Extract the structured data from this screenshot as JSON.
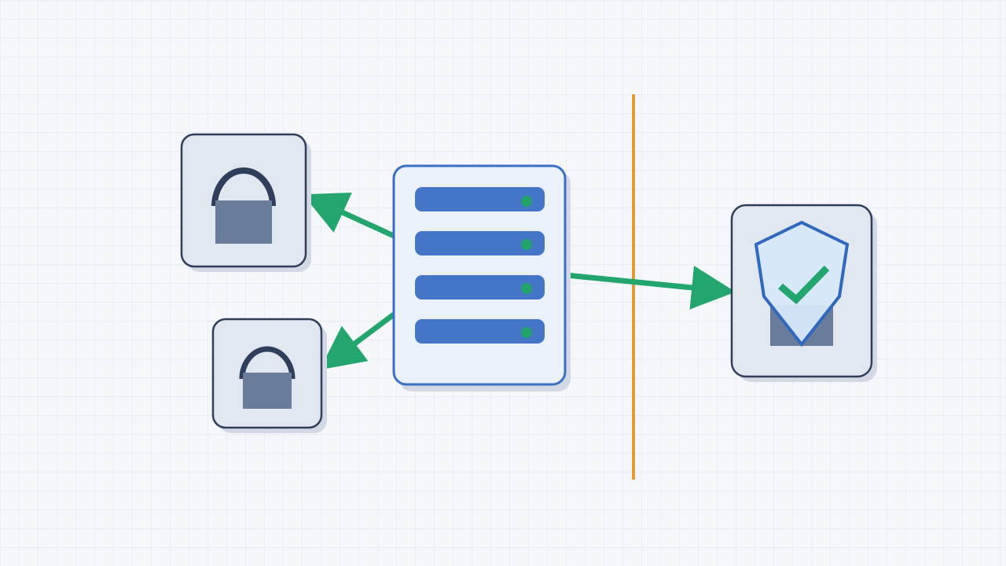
{
  "diagram": {
    "nodes": [
      {
        "id": "lock-node-top",
        "icon": "lock-icon"
      },
      {
        "id": "lock-node-bottom",
        "icon": "lock-icon"
      },
      {
        "id": "server-node",
        "icon": "server-icon",
        "rack_units": 4
      },
      {
        "id": "shield-node",
        "icon": "shield-check-icon"
      }
    ],
    "edges": [
      {
        "from": "server-node",
        "to": "lock-node-top"
      },
      {
        "from": "server-node",
        "to": "lock-node-bottom"
      },
      {
        "from": "server-node",
        "to": "shield-node"
      }
    ],
    "boundary": {
      "icon": "divider-line"
    }
  },
  "colors": {
    "background": "#f5f7fb",
    "card_fill": "#e1e7ef",
    "card_border": "#2f3e5b",
    "card_shadow": "#d3d9e4",
    "lock_body": "#6a7c9b",
    "lock_shackle": "#2f3e5b",
    "server_fill": "#eaf1fb",
    "server_border": "#3a6fc4",
    "rack_unit": "#4475c6",
    "status_led": "#22a36b",
    "arrow": "#23a56e",
    "boundary_line": "#e39a3b",
    "shield_fill": "#d7e8f9",
    "shield_border": "#2f68bf",
    "checkmark": "#23a56e"
  }
}
